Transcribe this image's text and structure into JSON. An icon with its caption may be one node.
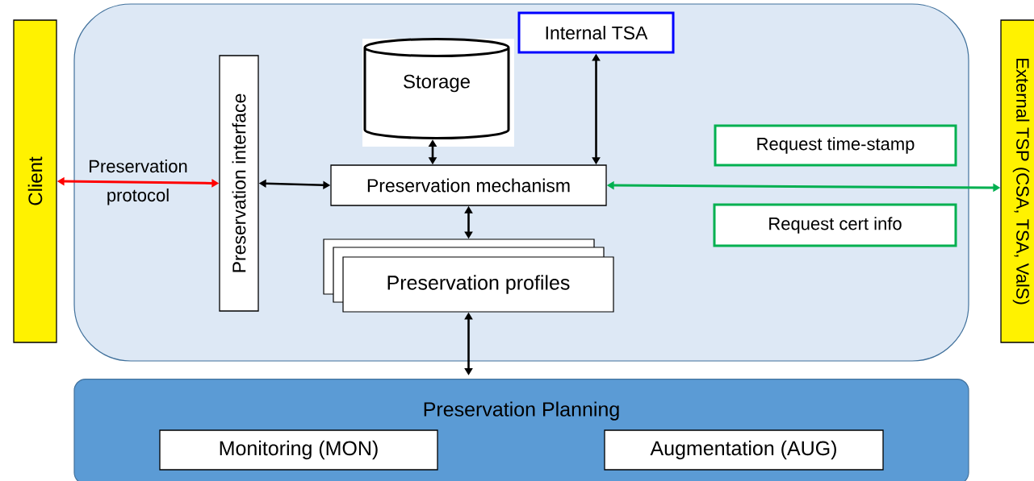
{
  "diagram": {
    "nodes": [
      {
        "text": [
          "Client"
        ]
      },
      {
        "text": [],
        "shape": "box"
      },
      {
        "text": [
          "Preservation interface"
        ],
        "in": 1
      },
      {
        "text": [
          "Storage"
        ],
        "in": 1
      },
      {
        "text": [
          "Internal TSA"
        ],
        "in": 1
      },
      {
        "text": [
          "Preservation mechanism"
        ],
        "in": 1
      },
      {
        "text": [
          "Preservation profiles"
        ],
        "in": 1
      },
      {
        "text": [
          "Request time-stamp"
        ],
        "in": 1
      },
      {
        "text": [
          "Request cert info"
        ],
        "in": 1
      },
      {
        "text": [
          "External TSP (CSA, TSA, ValS)"
        ]
      },
      {
        "text": [
          "Preservation Planning"
        ]
      },
      {
        "text": [
          "Monitoring (MON)"
        ],
        "in": 10
      },
      {
        "text": [
          "Augmentation (AUG)"
        ],
        "in": 10
      }
    ],
    "edges": [
      {
        "from": 0,
        "to": 2,
        "arrow": "both",
        "label": "Preservation protocol",
        "color": "#ff0000"
      },
      {
        "from": 2,
        "to": 5,
        "arrow": "both"
      },
      {
        "from": 3,
        "to": 5,
        "arrow": "both"
      },
      {
        "from": 4,
        "to": 5,
        "arrow": "both"
      },
      {
        "from": 5,
        "to": 6,
        "arrow": "both"
      },
      {
        "from": 6,
        "to": 10,
        "arrow": "both"
      },
      {
        "from": 5,
        "to": 9,
        "arrow": "both",
        "color": "#00b050"
      }
    ]
  }
}
